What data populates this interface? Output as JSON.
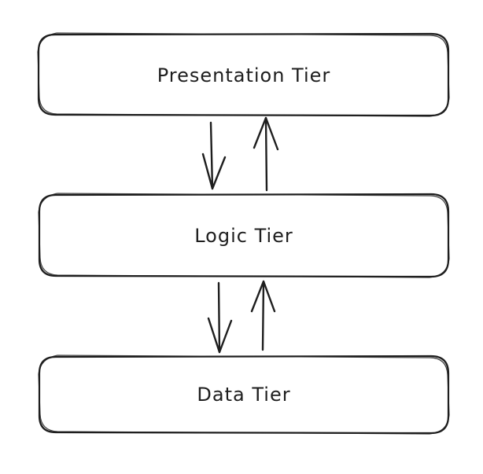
{
  "tiers": [
    {
      "id": "presentation",
      "label": "Presentation Tier"
    },
    {
      "id": "logic",
      "label": "Logic Tier"
    },
    {
      "id": "data",
      "label": "Data Tier"
    }
  ],
  "connections": [
    {
      "from": "presentation",
      "to": "logic",
      "direction": "down"
    },
    {
      "from": "logic",
      "to": "presentation",
      "direction": "up"
    },
    {
      "from": "logic",
      "to": "data",
      "direction": "down"
    },
    {
      "from": "data",
      "to": "logic",
      "direction": "up"
    }
  ],
  "colors": {
    "stroke": "#1e1e1e",
    "fill": "#ffffff",
    "background": "#ffffff"
  }
}
